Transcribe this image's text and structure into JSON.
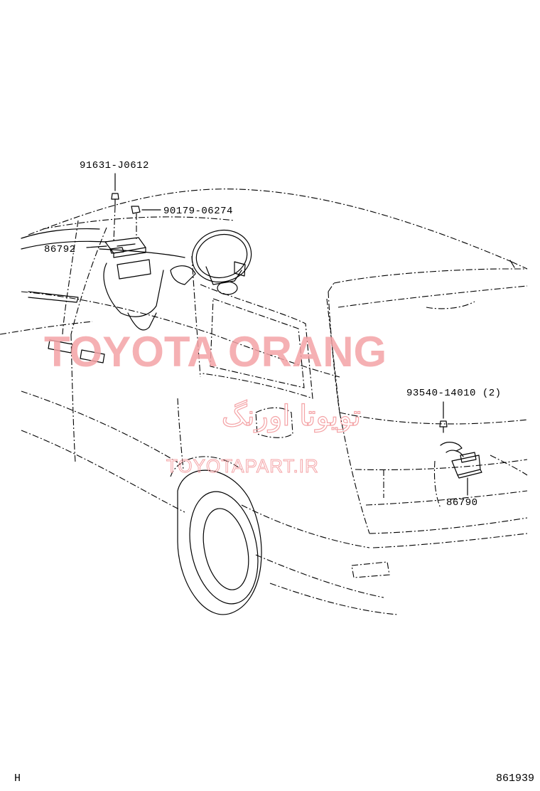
{
  "diagram": {
    "part_labels": {
      "screw_top": "91631-J0612",
      "nut_top": "90179-06274",
      "front_lamp": "86792",
      "screw_rear": "93540-14010 (2)",
      "rear_lamp": "86790"
    },
    "corner_left": "H",
    "figure_number": "861939"
  },
  "watermark": {
    "brand": "TOYOTA ORANG",
    "brand_persian": "تویوتا اورنگ",
    "site": "TOYOTAPART.IR"
  }
}
